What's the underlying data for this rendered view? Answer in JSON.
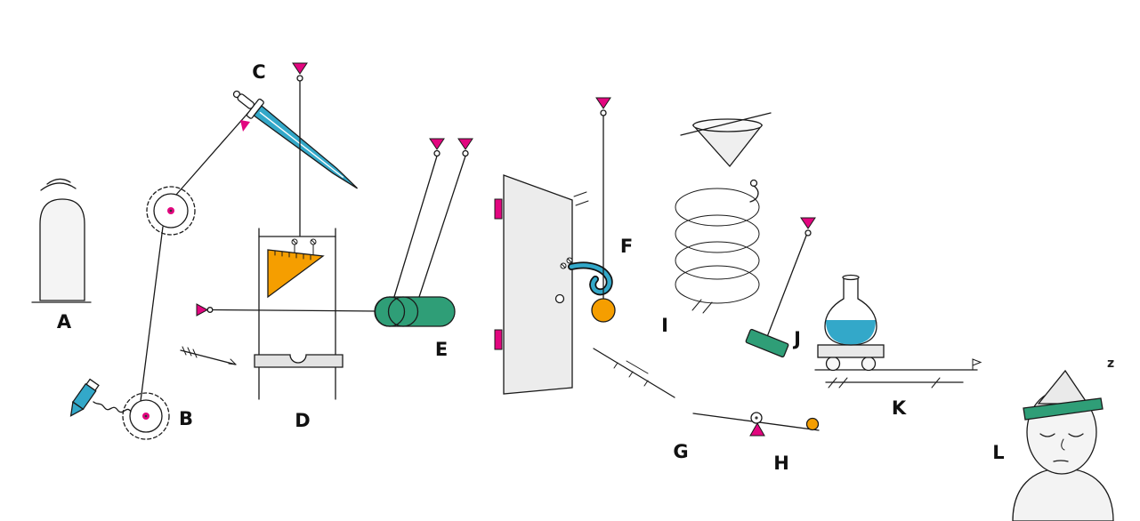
{
  "colors": {
    "pink": "#e2067f",
    "blue": "#33a8c9",
    "green": "#2f9e77",
    "orange": "#f59e00",
    "panel_gray": "#ececec",
    "line": "#1a1a1a",
    "background": "#ffffff"
  },
  "labels": {
    "A": "A",
    "B": "B",
    "C": "C",
    "D": "D",
    "E": "E",
    "F": "F",
    "G": "G",
    "H": "H",
    "I": "I",
    "J": "J",
    "K": "K",
    "L": "L",
    "sleep_z": "z"
  },
  "parts": {
    "A": "arched-window",
    "B": "pulleys-with-rope-and-crayon",
    "C": "hanging-sword",
    "D": "frame-with-set-square-and-notched-base",
    "E": "hanging-roller",
    "F": "door-with-hook-and-pendulum-ball",
    "G": "hatched-ramp",
    "H": "lever-with-ball",
    "I": "funnel-and-spring",
    "J": "hanging-mallet",
    "K": "cart-with-flask-on-track",
    "L": "sleeping-person"
  }
}
